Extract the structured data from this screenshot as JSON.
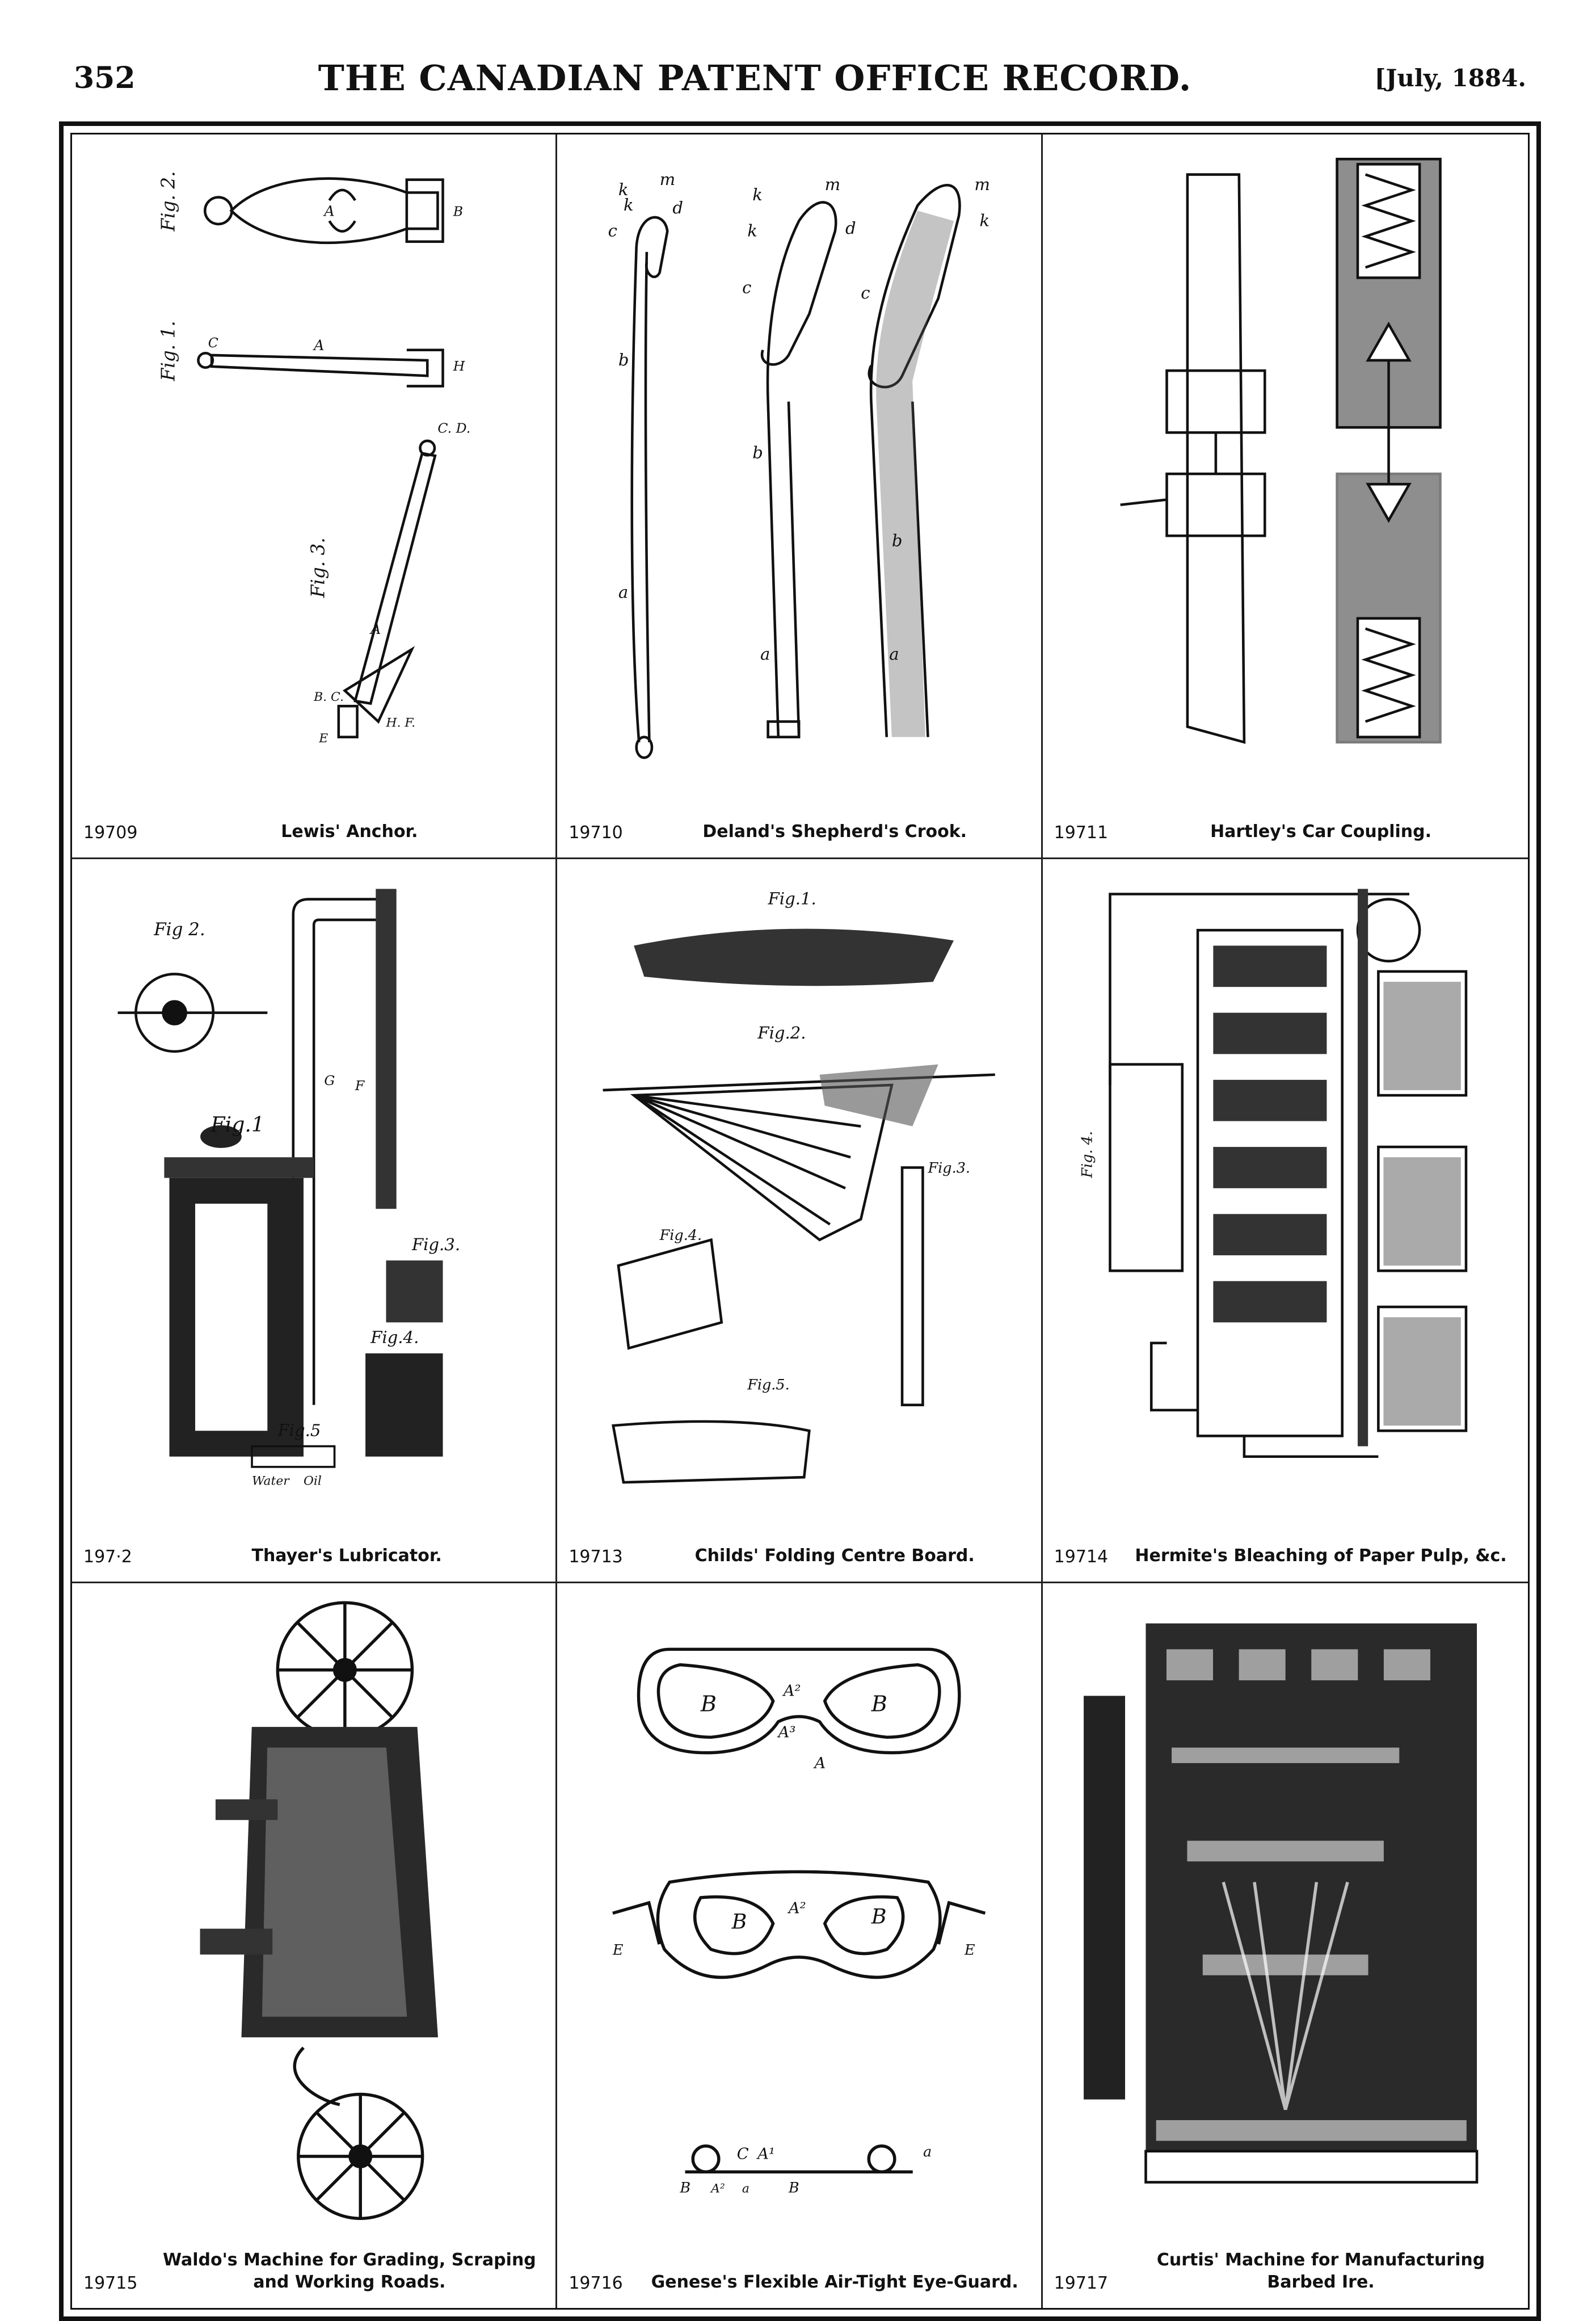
{
  "header": {
    "page_number": "352",
    "journal_title": "THE CANADIAN PATENT OFFICE RECORD.",
    "issue_date": "[July, 1884."
  },
  "patents": [
    {
      "number": "19709",
      "title": "Lewis' Anchor.",
      "labels": [
        "Fig. 2.",
        "Fig. 1.",
        "Fig. 3.",
        "A",
        "A",
        "A",
        "C",
        "C. D.",
        "B",
        "H",
        "B. C.",
        "E",
        "H. F."
      ]
    },
    {
      "number": "19710",
      "title": "Deland's Shepherd's Crook.",
      "labels": [
        "k",
        "m",
        "k",
        "d",
        "c",
        "b",
        "a",
        "k",
        "m",
        "k",
        "d",
        "c",
        "b",
        "a",
        "m",
        "k",
        "c",
        "b",
        "a"
      ]
    },
    {
      "number": "19711",
      "title": "Hartley's Car Coupling."
    },
    {
      "number": "197·2",
      "title": "Thayer's Lubricator.",
      "labels": [
        "Fig 2.",
        "Fig.1",
        "Fig.3.",
        "Fig.4.",
        "Fig.5",
        "Water",
        "Oil",
        "G",
        "F"
      ]
    },
    {
      "number": "19713",
      "title": "Childs' Folding Centre Board.",
      "labels": [
        "Fig.1.",
        "Fig.2.",
        "Fig.3.",
        "Fig.4.",
        "Fig.5."
      ]
    },
    {
      "number": "19714",
      "title": "Hermite's Bleaching of Paper Pulp, &c.",
      "labels": [
        "Fig. 4."
      ]
    },
    {
      "number": "19715",
      "title": "Waldo's Machine for Grading, Scraping and Working Roads."
    },
    {
      "number": "19716",
      "title": "Genese's Flexible Air-Tight Eye-Guard.",
      "labels": [
        "B",
        "B",
        "A²",
        "A³",
        "A",
        "B",
        "B",
        "A²",
        "E",
        "E",
        "C",
        "A¹",
        "a",
        "B",
        "A²",
        "a",
        "B"
      ]
    },
    {
      "number": "19717",
      "title": "Curtis' Machine for Manufacturing Barbed Ire."
    }
  ],
  "colors": {
    "ink": "#111111",
    "paper": "#ffffff"
  }
}
